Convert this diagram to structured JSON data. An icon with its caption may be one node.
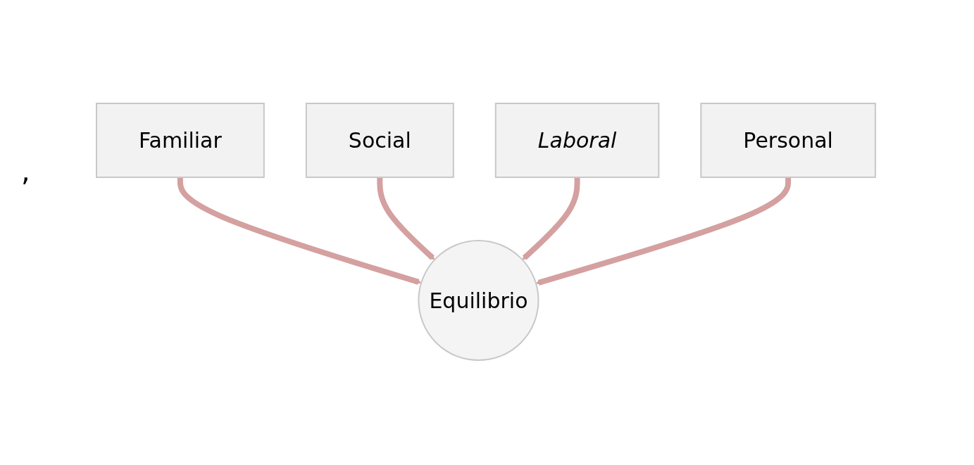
{
  "diagram": {
    "nodes": [
      {
        "text": [
          "Familiar"
        ]
      },
      {
        "text": [
          "Social"
        ]
      },
      {
        "text": [
          "Laboral"
        ]
      },
      {
        "text": [
          "Personal"
        ]
      },
      {
        "text": [
          "Equilibrio"
        ]
      }
    ],
    "edges": [
      {
        "from": 0,
        "to": 4,
        "arrow": "to"
      },
      {
        "from": 1,
        "to": 4,
        "arrow": "to"
      },
      {
        "from": 2,
        "to": 4,
        "arrow": "to"
      },
      {
        "from": 3,
        "to": 4,
        "arrow": "to"
      }
    ],
    "labels": [
      ","
    ]
  }
}
